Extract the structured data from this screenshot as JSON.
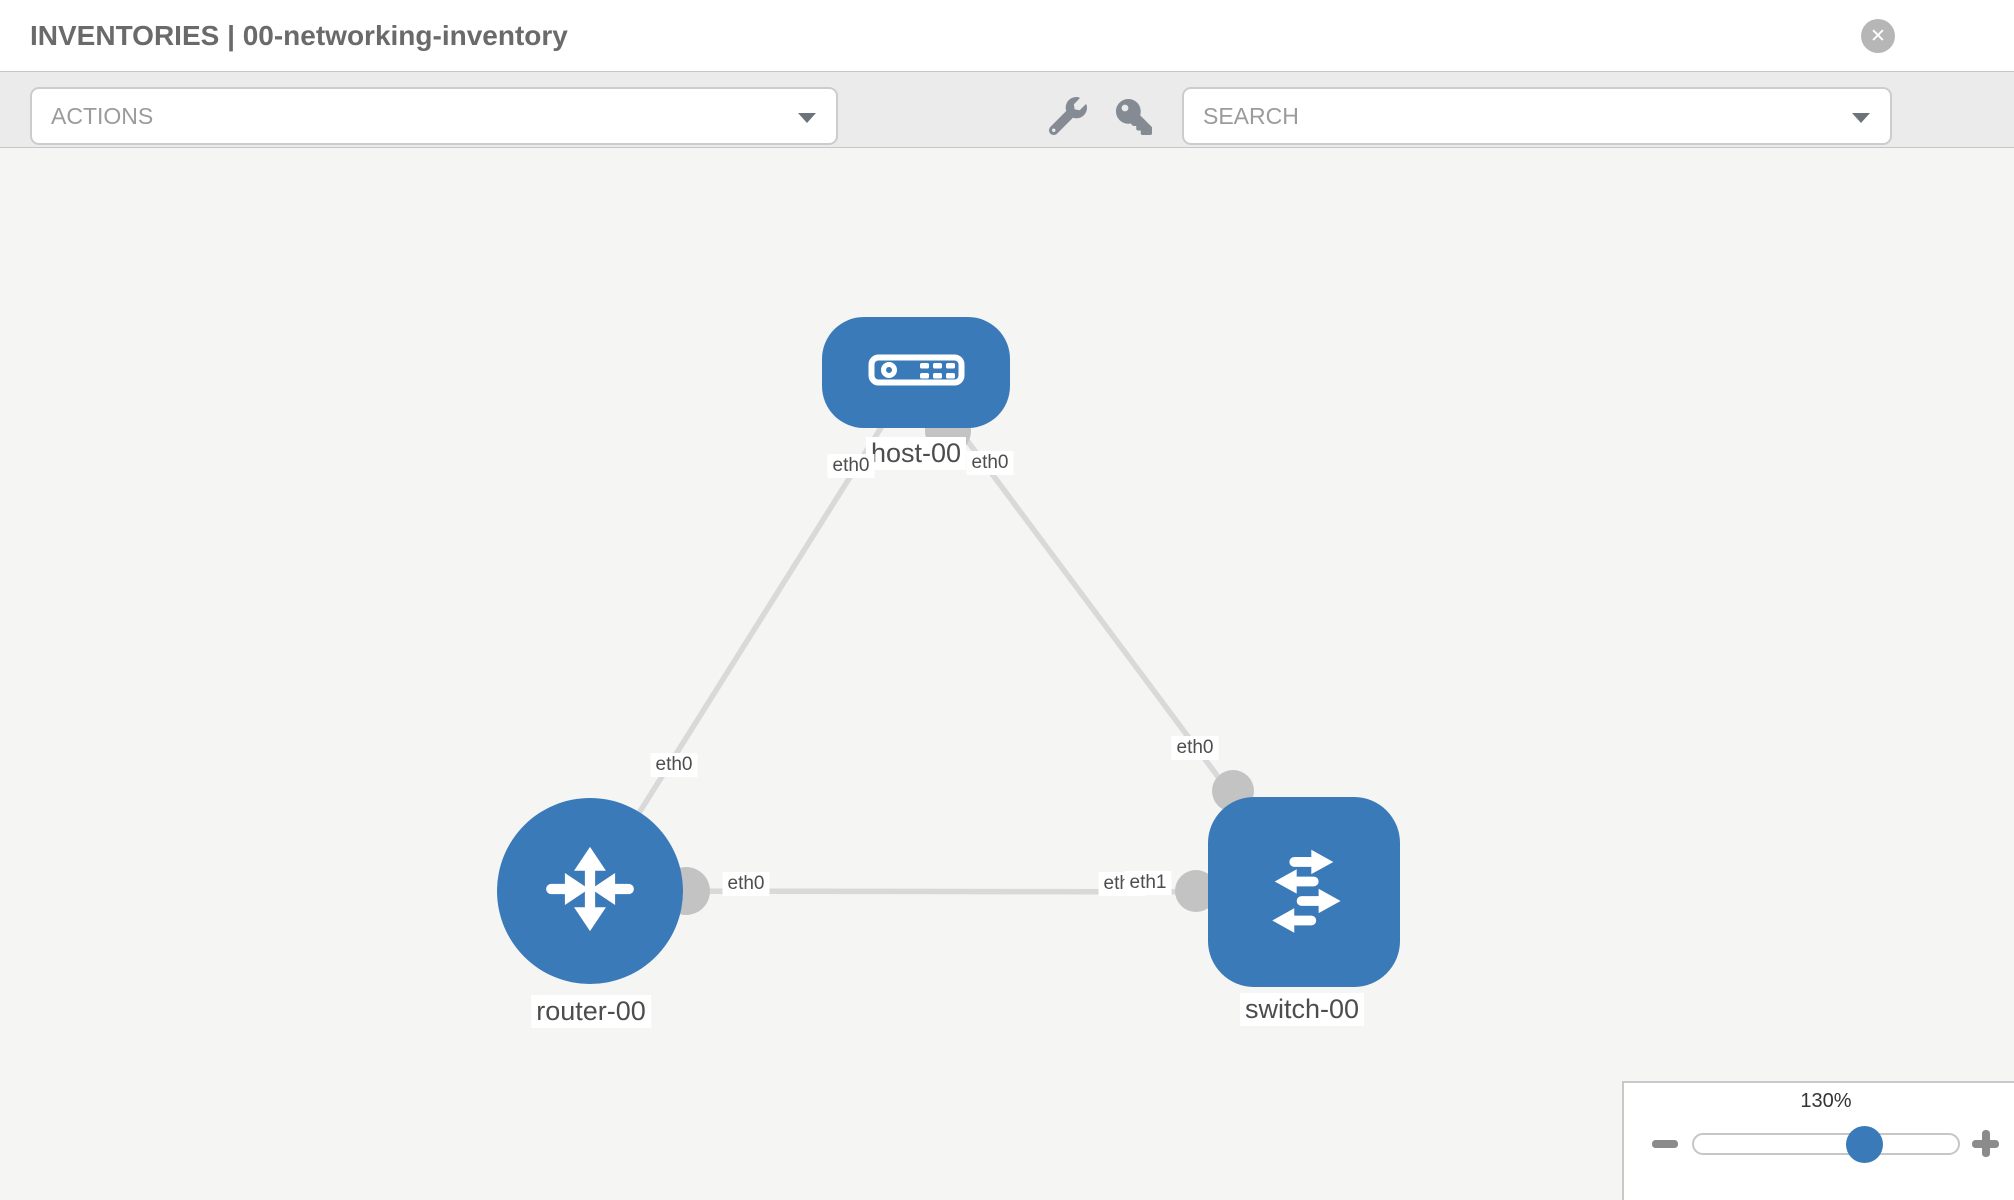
{
  "header": {
    "title": "INVENTORIES | 00-networking-inventory"
  },
  "icons": {
    "close": "✕",
    "wrench": "wrench-icon",
    "key": "key-icon",
    "actions_caret": "caret-down-icon",
    "search_caret": "caret-down-icon",
    "zoom_minus": "minus-icon",
    "zoom_plus": "plus-icon"
  },
  "toolbar": {
    "actions_label": "ACTIONS",
    "search_label": "SEARCH"
  },
  "topology": {
    "nodes": [
      {
        "id": "host-00",
        "label": "host-00",
        "type": "host",
        "icon": "host-icon"
      },
      {
        "id": "router-00",
        "label": "router-00",
        "type": "router",
        "icon": "router-icon"
      },
      {
        "id": "switch-00",
        "label": "switch-00",
        "type": "switch",
        "icon": "switch-icon"
      }
    ],
    "links": [
      {
        "source": "host-00",
        "target": "router-00",
        "source_interface": "eth0",
        "target_interface": "eth0"
      },
      {
        "source": "host-00",
        "target": "switch-00",
        "source_interface": "eth0",
        "target_interface": "eth0"
      },
      {
        "source": "router-00",
        "target": "switch-00",
        "source_interface": "eth0",
        "target_interface": "eth1"
      }
    ],
    "interface_labels": [
      {
        "text": "eth0",
        "position": "host-left"
      },
      {
        "text": "eth0",
        "position": "host-right"
      },
      {
        "text": "eth0",
        "position": "router-top"
      },
      {
        "text": "eth0",
        "position": "switch-top"
      },
      {
        "text": "eth0",
        "position": "router-right"
      },
      {
        "text": "eth0",
        "position": "switch-left-under"
      },
      {
        "text": "eth1",
        "position": "switch-left"
      }
    ]
  },
  "zoom_panel": {
    "level": "130%"
  },
  "colors": {
    "node_blue": "#3a7ab9",
    "link_gray": "#d9d9d9",
    "dot_gray": "#c3c3c3",
    "canvas_bg": "#f5f5f4",
    "toolbar_bg": "#ebebeb"
  }
}
